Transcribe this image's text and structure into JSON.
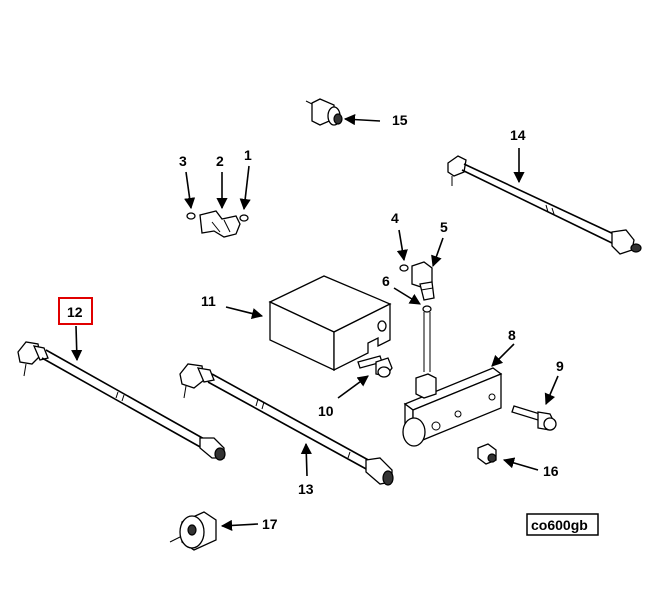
{
  "diagram": {
    "labels": {
      "p1": "1",
      "p2": "2",
      "p3": "3",
      "p4": "4",
      "p5": "5",
      "p6": "6",
      "p8": "8",
      "p9": "9",
      "p10": "10",
      "p11": "11",
      "p12": "12",
      "p13": "13",
      "p14": "14",
      "p15": "15",
      "p16": "16",
      "p17": "17"
    },
    "reference_code": "co600gb",
    "highlighted_callout": "12",
    "highlight_color": "#e00000"
  }
}
